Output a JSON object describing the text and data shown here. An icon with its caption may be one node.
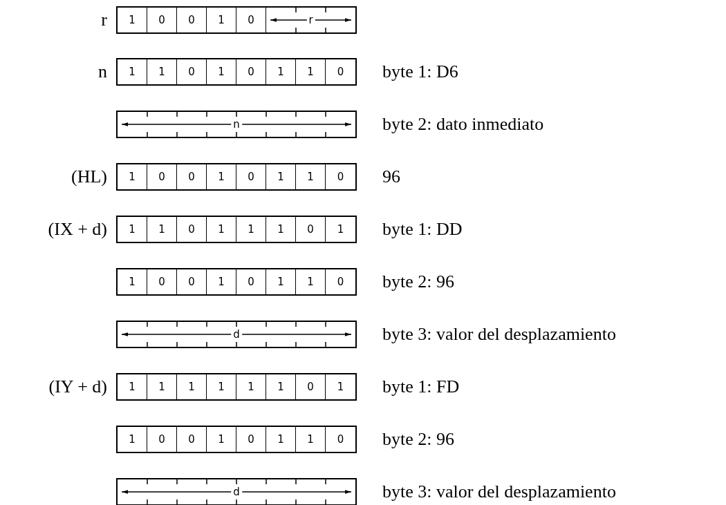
{
  "diagram": {
    "labels": [
      "r",
      "1",
      "0",
      "0",
      "1",
      "0",
      "r",
      "n",
      "1",
      "1",
      "0",
      "1",
      "0",
      "1",
      "1",
      "0",
      "byte 1: D6",
      "n",
      "byte 2: dato inmediato",
      "(HL)",
      "1",
      "0",
      "0",
      "1",
      "0",
      "1",
      "1",
      "0",
      "96",
      "(IX + d)",
      "1",
      "1",
      "0",
      "1",
      "1",
      "1",
      "0",
      "1",
      "byte 1: DD",
      "1",
      "0",
      "0",
      "1",
      "0",
      "1",
      "1",
      "0",
      "byte 2: 96",
      "d",
      "byte 3: valor del desplazamiento",
      "(IY + d)",
      "1",
      "1",
      "1",
      "1",
      "1",
      "1",
      "0",
      "1",
      "byte 1: FD",
      "1",
      "0",
      "0",
      "1",
      "0",
      "1",
      "1",
      "0",
      "byte 2: 96",
      "d",
      "byte 3: valor del desplazamiento"
    ]
  }
}
